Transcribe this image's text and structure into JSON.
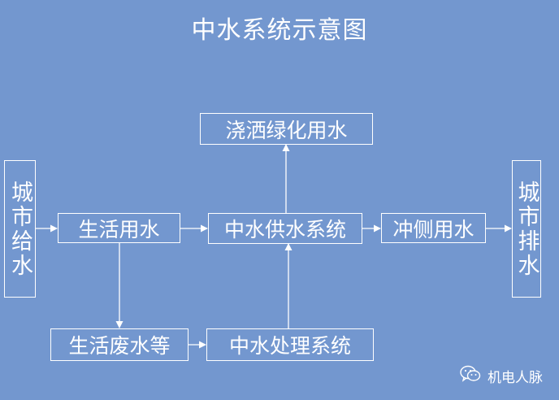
{
  "title": "中水系统示意图",
  "nodes": {
    "city_supply": "城市给水",
    "domestic_use": "生活用水",
    "reclaimed_supply": "中水供水系统",
    "irrigation": "浇洒绿化用水",
    "toilet_flush": "冲侧用水",
    "city_drainage": "城市排水",
    "domestic_wastewater": "生活废水等",
    "reclaimed_treatment": "中水处理系统"
  },
  "watermark": {
    "text": "机电人脉",
    "icon": "wechat-icon"
  },
  "colors": {
    "background": "#7397cf",
    "foreground": "#ffffff"
  }
}
